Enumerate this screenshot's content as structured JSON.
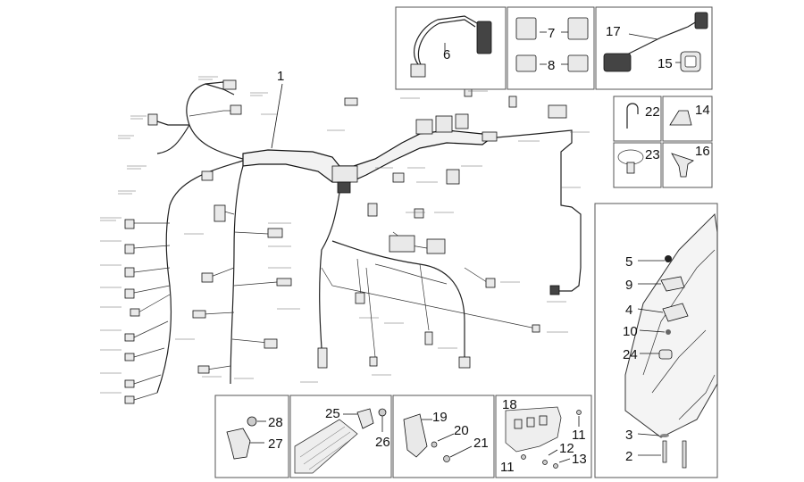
{
  "diagram": {
    "main_harness": {
      "number": "1"
    },
    "callouts": {
      "p2": "2",
      "p3": "3",
      "p4": "4",
      "p5": "5",
      "p6": "6",
      "p7": "7",
      "p8": "8",
      "p9": "9",
      "p10": "10",
      "p11a": "11",
      "p11b": "11",
      "p12": "12",
      "p13": "13",
      "p14": "14",
      "p15": "15",
      "p16": "16",
      "p17": "17",
      "p18": "18",
      "p19": "19",
      "p20": "20",
      "p21": "21",
      "p22": "22",
      "p23": "23",
      "p24": "24",
      "p25": "25",
      "p26": "26",
      "p27": "27",
      "p28": "28"
    }
  }
}
